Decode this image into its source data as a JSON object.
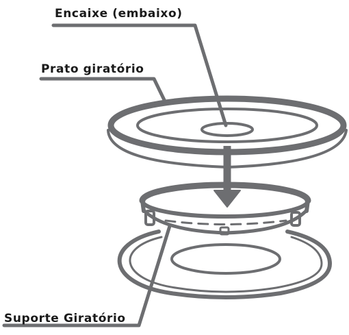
{
  "labels": {
    "encaixe": "Encaixe (embaixo)",
    "prato": "Prato giratório",
    "suporte": "Suporte Giratório"
  },
  "colors": {
    "line": "#6d6e71",
    "text": "#1a1a1a",
    "background": "#ffffff"
  }
}
